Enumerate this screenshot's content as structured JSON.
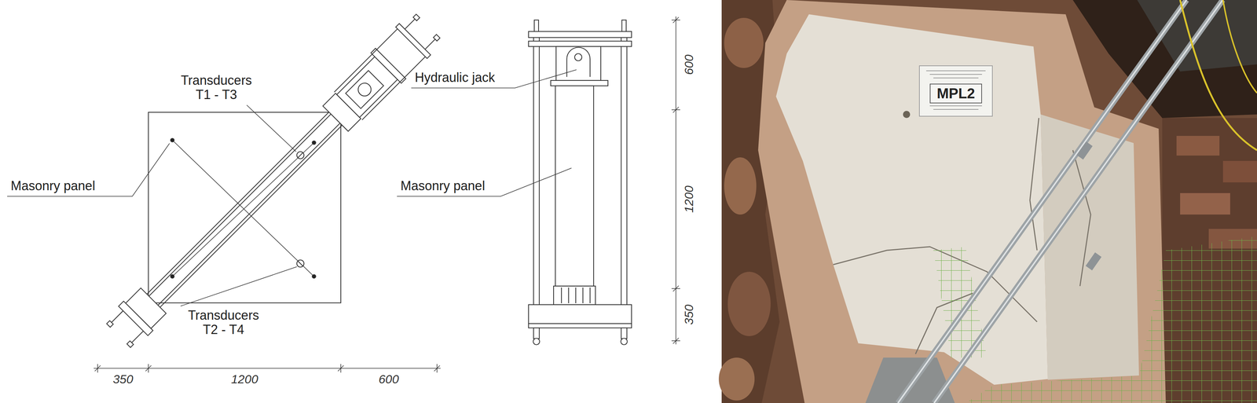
{
  "diagram": {
    "nodes": [
      {
        "text": [
          "MPL2"
        ]
      }
    ],
    "labels": [
      "Transducers T1 - T3",
      "Masonry panel",
      "Transducers T2 - T4",
      "Hydraulic jack",
      "Masonry panel",
      "350",
      "1200",
      "600",
      "600",
      "1200",
      "350"
    ]
  }
}
